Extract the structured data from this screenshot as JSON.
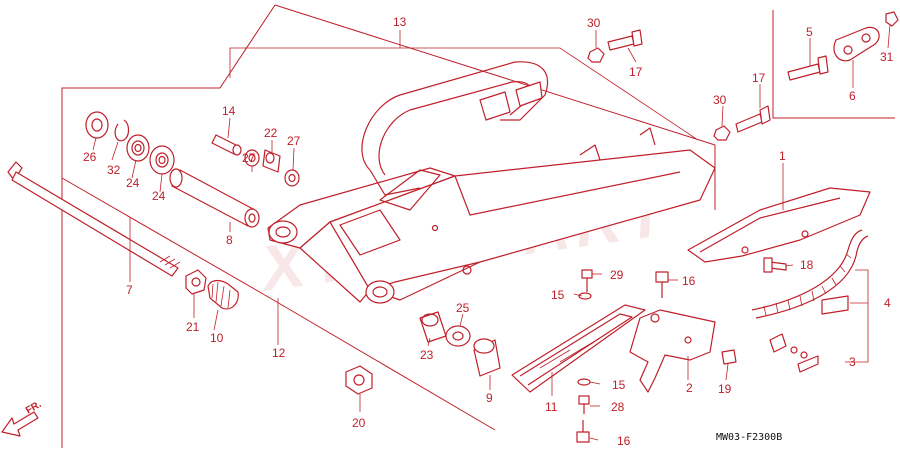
{
  "diagram": {
    "labels": [
      {
        "id": "1",
        "text": "1"
      },
      {
        "id": "2",
        "text": "2"
      },
      {
        "id": "3",
        "text": "3"
      },
      {
        "id": "4",
        "text": "4"
      },
      {
        "id": "5",
        "text": "5"
      },
      {
        "id": "6",
        "text": "6"
      },
      {
        "id": "7",
        "text": "7"
      },
      {
        "id": "8",
        "text": "8"
      },
      {
        "id": "9",
        "text": "9"
      },
      {
        "id": "10",
        "text": "10"
      },
      {
        "id": "11",
        "text": "11"
      },
      {
        "id": "12",
        "text": "12"
      },
      {
        "id": "13",
        "text": "13"
      },
      {
        "id": "14",
        "text": "14"
      },
      {
        "id": "15a",
        "text": "15"
      },
      {
        "id": "15b",
        "text": "15"
      },
      {
        "id": "16a",
        "text": "16"
      },
      {
        "id": "16b",
        "text": "16"
      },
      {
        "id": "17a",
        "text": "17"
      },
      {
        "id": "17b",
        "text": "17"
      },
      {
        "id": "18",
        "text": "18"
      },
      {
        "id": "19",
        "text": "19"
      },
      {
        "id": "20",
        "text": "20"
      },
      {
        "id": "21",
        "text": "21"
      },
      {
        "id": "22",
        "text": "22"
      },
      {
        "id": "23",
        "text": "23"
      },
      {
        "id": "24a",
        "text": "24"
      },
      {
        "id": "24b",
        "text": "24"
      },
      {
        "id": "25",
        "text": "25"
      },
      {
        "id": "26",
        "text": "26"
      },
      {
        "id": "27a",
        "text": "27"
      },
      {
        "id": "27b",
        "text": "27"
      },
      {
        "id": "28",
        "text": "28"
      },
      {
        "id": "29",
        "text": "29"
      },
      {
        "id": "30a",
        "text": "30"
      },
      {
        "id": "30b",
        "text": "30"
      },
      {
        "id": "31",
        "text": "31"
      },
      {
        "id": "32",
        "text": "32"
      }
    ],
    "direction_label": "FR.",
    "drawing_code": "MW03-F2300B",
    "watermark": "XTRA PART",
    "colors": {
      "line": "#c0202a",
      "code_text": "#111111",
      "background": "#ffffff"
    }
  }
}
